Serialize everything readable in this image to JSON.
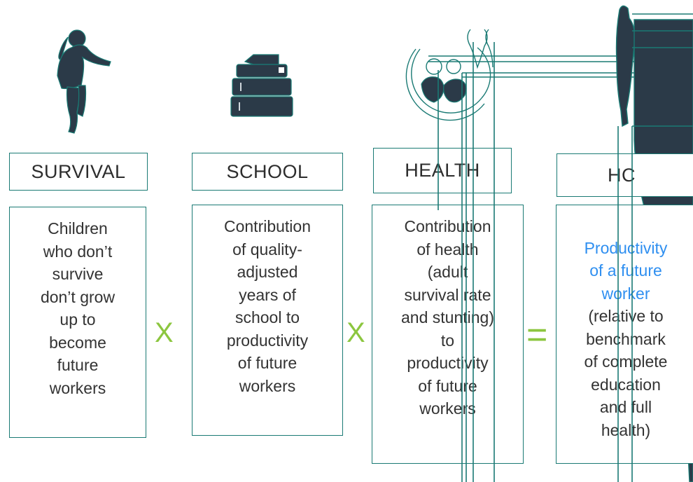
{
  "colors": {
    "border": "#1a7a74",
    "icon_fill": "#2b3a48",
    "operator": "#8cc63f",
    "highlight": "#2f8ff0"
  },
  "columns": [
    {
      "header": "SURVIVAL",
      "icon": "child-running-icon",
      "body": "Children\nwho don’t\nsurvive\ndon’t grow\nup to\nbecome\nfuture\nworkers"
    },
    {
      "header": "SCHOOL",
      "icon": "books-stack-icon",
      "body": "Contribution\nof quality-\nadjusted\nyears of\nschool to\nproductivity\nof future\nworkers"
    },
    {
      "header": "HEALTH",
      "icon": "stethoscope-family-icon",
      "body": "Contribution\nof health\n(adult\nsurvival rate\nand stunting)\nto\nproductivity\nof future\nworkers"
    },
    {
      "header": "HC",
      "icon": "worker-silhouette-icon",
      "body_highlight": "Productivity\nof a future\nworker",
      "body": "(relative to\nbenchmark\nof complete\neducation\nand full\nhealth)"
    }
  ],
  "operators": [
    "X",
    "X",
    "="
  ]
}
